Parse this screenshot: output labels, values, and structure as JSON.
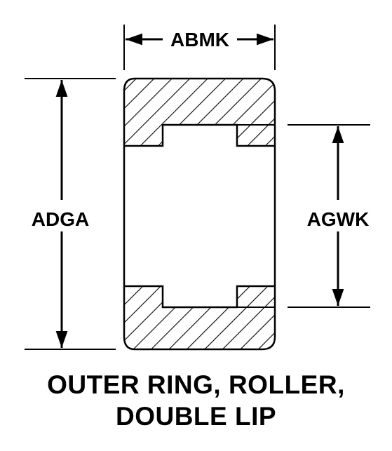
{
  "dimensions": {
    "width_label": "ABMK",
    "outer_height_label": "ADGA",
    "inner_height_label": "AGWK"
  },
  "caption": {
    "line1": "OUTER RING, ROLLER,",
    "line2": "DOUBLE LIP"
  },
  "colors": {
    "ink": "#000000",
    "background": "#ffffff"
  }
}
